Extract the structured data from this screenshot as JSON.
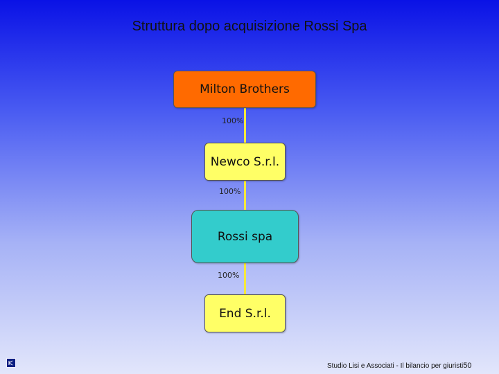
{
  "title": "Struttura dopo acquisizione Rossi Spa",
  "nodes": [
    {
      "label": "Milton Brothers",
      "color": "#ff6a00"
    },
    {
      "label": "Newco S.r.l.",
      "color": "#ffff66"
    },
    {
      "label": "Rossi spa",
      "color": "#33cccc"
    },
    {
      "label": "End S.r.l.",
      "color": "#ffff66"
    }
  ],
  "links": [
    {
      "percent": "100%"
    },
    {
      "percent": "100%"
    },
    {
      "percent": "100%"
    }
  ],
  "footer": {
    "text": "Studio Lisi e Associati - Il bilancio per giuristi",
    "page": "50"
  }
}
